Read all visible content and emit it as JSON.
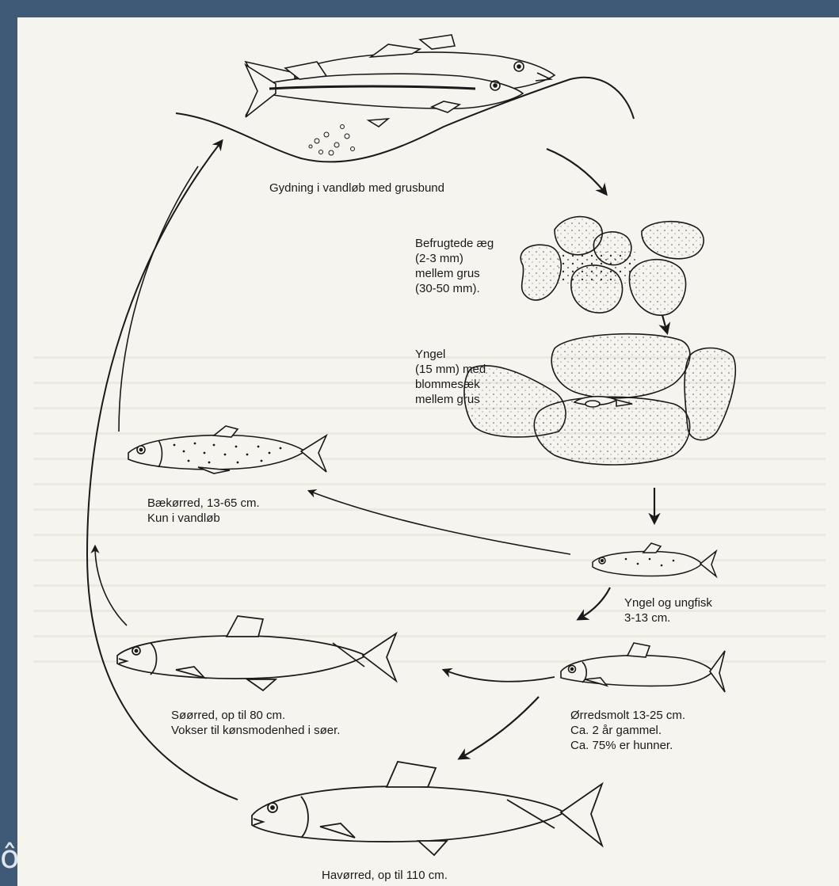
{
  "diagram": {
    "labels": {
      "spawning": "Gydning i vandløb med grusbund",
      "eggs": [
        "Befrugtede æg",
        "(2-3 mm)",
        "mellem grus",
        "(30-50 mm)."
      ],
      "alevin": [
        "Yngel",
        "(15 mm) med",
        "blommesæk",
        "mellem grus"
      ],
      "brook_trout": [
        "Bækørred, 13-65 cm.",
        "Kun i vandløb"
      ],
      "fry": [
        "Yngel og ungfisk",
        "3-13 cm."
      ],
      "lake_trout": [
        "Søørred, op til 80 cm.",
        "Vokser til kønsmodenhed i søer."
      ],
      "smolt": [
        "Ørredsmolt 13-25 cm.",
        "Ca. 2 år gammel.",
        "Ca. 75% er hunner."
      ],
      "sea_trout": "Havørred, op til 110 cm."
    }
  },
  "colors": {
    "frame": "#3f5a77",
    "paper": "#f6f4ee",
    "ink": "#1a1a1a"
  },
  "icons": [
    "spawning-pair-icon",
    "egg-gravel-icon",
    "alevin-gravel-icon",
    "brook-trout-icon",
    "juvenile-fish-icon",
    "lake-trout-icon",
    "smolt-icon",
    "sea-trout-icon",
    "arrow-icon"
  ]
}
